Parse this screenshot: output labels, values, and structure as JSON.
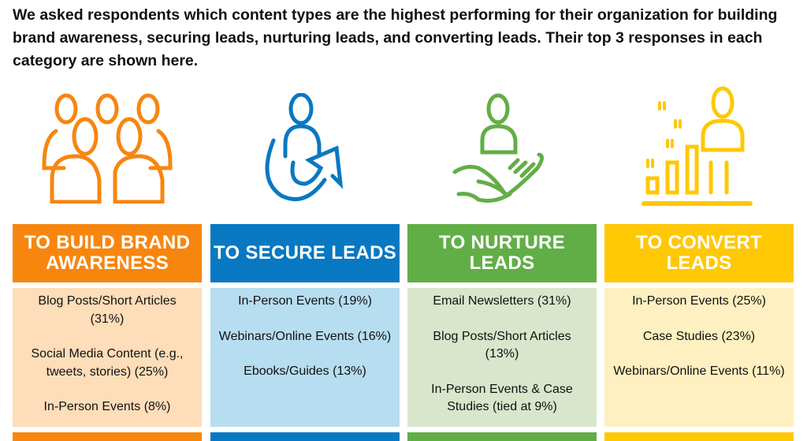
{
  "intro": "We asked respondents which content types are the highest performing for their organization for building brand awareness, securing leads, nurturing leads, and converting leads. Their top 3 responses in each category are shown here.",
  "columns": [
    {
      "title": "TO BUILD BRAND AWARENESS",
      "icon": "group-of-people-icon",
      "color": "#F7860F",
      "bg": "#FEDDB9",
      "items": [
        "Blog Posts/Short Articles (31%)",
        "Social Media Content (e.g., tweets, stories) (25%)",
        "In-Person Events (8%)"
      ]
    },
    {
      "title": "TO SECURE LEADS",
      "icon": "person-arrow-icon",
      "color": "#0878C2",
      "bg": "#B7DDF0",
      "items": [
        "In-Person Events (19%)",
        "Webinars/Online Events (16%)",
        "Ebooks/Guides (13%)"
      ]
    },
    {
      "title": "TO NURTURE LEADS",
      "icon": "person-on-hand-icon",
      "color": "#62AE46",
      "bg": "#D9E6CB",
      "items": [
        "Email Newsletters (31%)",
        "Blog Posts/Short Articles (13%)",
        "In-Person Events & Case Studies (tied at 9%)"
      ]
    },
    {
      "title": "TO CONVERT LEADS",
      "icon": "person-growth-chart-icon",
      "color": "#FFC805",
      "bg": "#FEF0C0",
      "items": [
        "In-Person Events (25%)",
        "Case Studies (23%)",
        "Webinars/Online Events (11%)"
      ]
    }
  ]
}
